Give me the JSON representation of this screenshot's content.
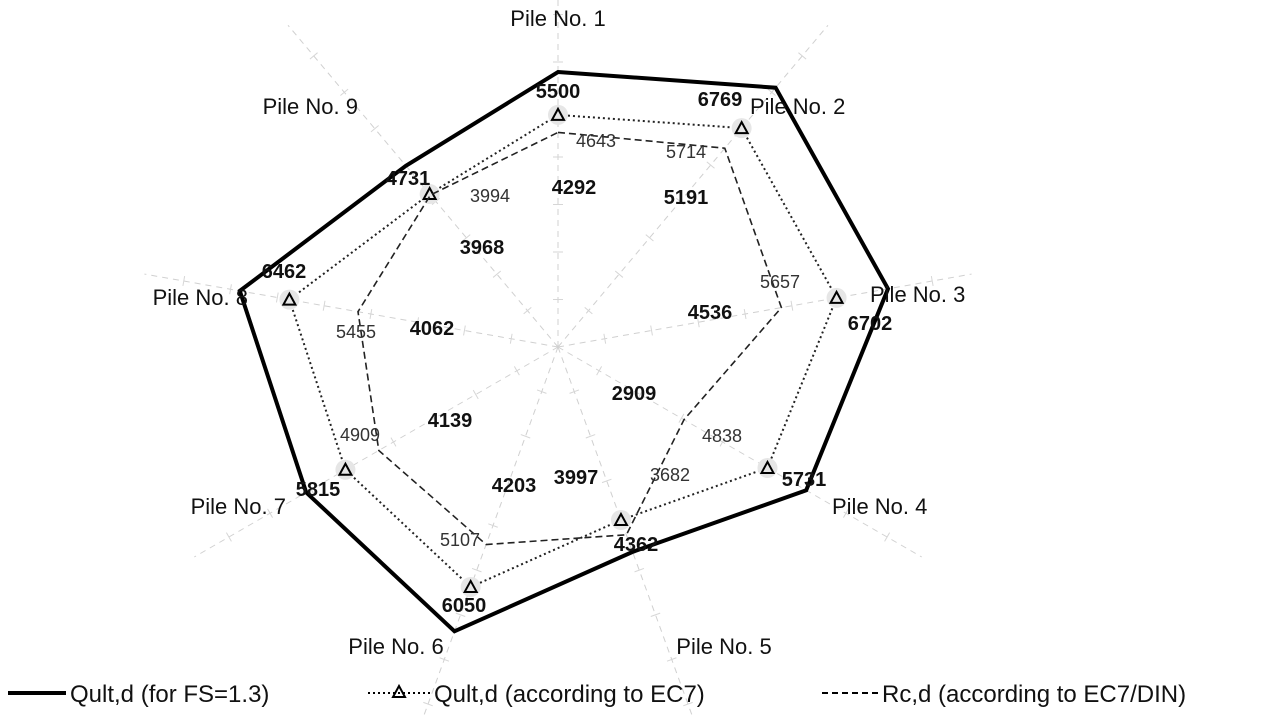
{
  "chart_data": {
    "type": "radar",
    "categories": [
      "Pile No. 1",
      "Pile No. 2",
      "Pile No. 3",
      "Pile No. 4",
      "Pile No. 5",
      "Pile No. 6",
      "Pile No. 7",
      "Pile No. 8",
      "Pile No. 9"
    ],
    "series": [
      {
        "name": "Qult,d (for FS=1.3)",
        "values": [
          5500,
          6769,
          6702,
          5731,
          4362,
          6050,
          5815,
          6462,
          4731
        ],
        "style": "solid",
        "color": "#000000"
      },
      {
        "name": "Qult,d (according to EC7)",
        "values": [
          4643,
          5714,
          5657,
          4838,
          3682,
          5107,
          4909,
          5455,
          3994
        ],
        "style": "dotted-triangle",
        "color": "#000000"
      },
      {
        "name": "Rc,d  (according to EC7/DIN)",
        "values": [
          4292,
          5191,
          4536,
          2909,
          3997,
          4203,
          4139,
          4062,
          3968
        ],
        "style": "dashed",
        "color": "#000000"
      }
    ],
    "rmax": 7000,
    "grid": true,
    "legend": "bottom"
  }
}
